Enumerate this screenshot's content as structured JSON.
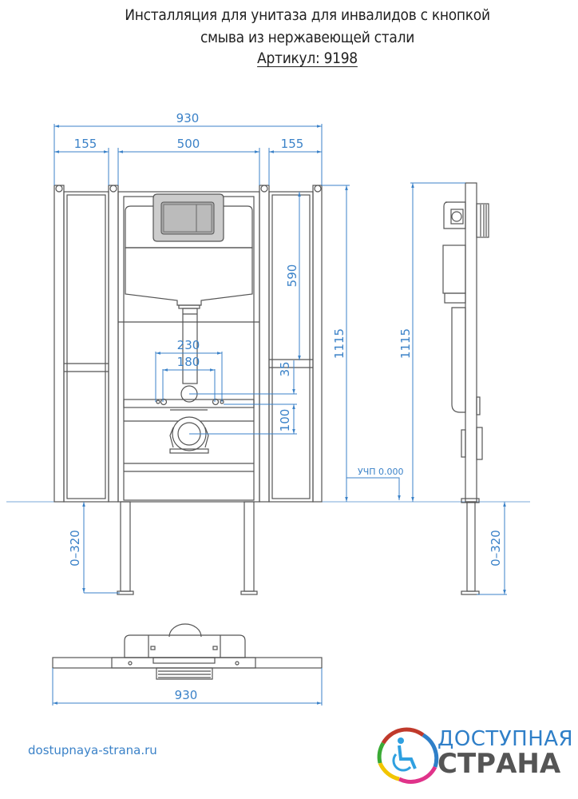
{
  "title": {
    "line1": "Инсталляция для унитаза для инвалидов с кнопкой",
    "line2": "смыва из нержавеющей стали",
    "article": "Артикул: 9198"
  },
  "dimensions": {
    "total_width_top": "930",
    "left_section": "155",
    "center_section": "500",
    "right_section": "155",
    "h_590": "590",
    "h_35": "35",
    "h_100": "100",
    "w_230": "230",
    "w_180": "180",
    "height_front": "1115",
    "height_side": "1115",
    "floor_level": "УЧП 0.000",
    "legs_front": "0–320",
    "legs_side": "0–320",
    "total_width_bottom": "930"
  },
  "footer": {
    "website": "dostupnaya-strana.ru",
    "logo_line1": "ДОСТУПНАЯ",
    "logo_line2": "СТРАНА"
  },
  "colors": {
    "dimension": "#3b82c8",
    "drawing": "#555555"
  }
}
